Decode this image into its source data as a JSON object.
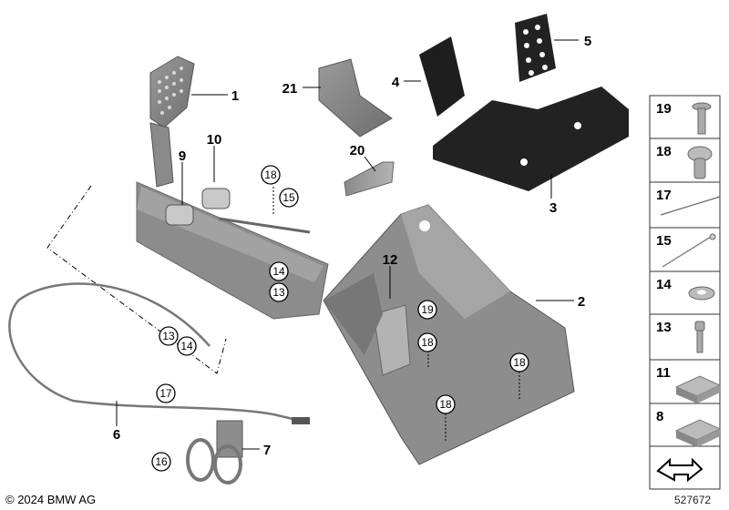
{
  "callouts": [
    "1",
    "10",
    "9",
    "21",
    "4",
    "5",
    "20",
    "3",
    "12",
    "2",
    "6",
    "7"
  ],
  "circled_callouts": [
    "18",
    "15",
    "14",
    "13",
    "13",
    "14",
    "19",
    "18",
    "18",
    "17",
    "18",
    "16"
  ],
  "sidebar_items": [
    "19",
    "18",
    "17",
    "15",
    "14",
    "13",
    "11",
    "8"
  ],
  "copyright": "© 2024 BMW AG",
  "diagram_id": "527672"
}
